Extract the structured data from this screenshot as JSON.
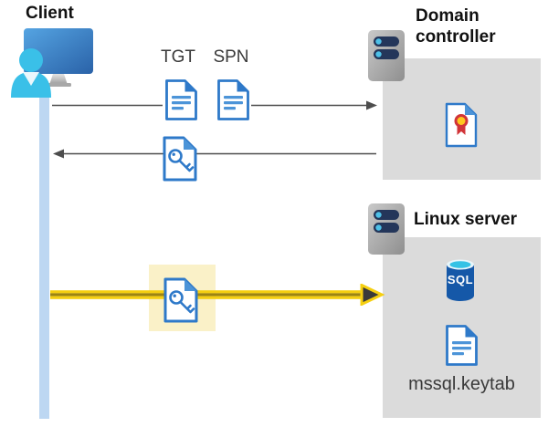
{
  "diagram": {
    "client": {
      "label": "Client"
    },
    "ticket_labels": {
      "tgt": "TGT",
      "spn": "SPN"
    },
    "domain_controller": {
      "label": "Domain controller"
    },
    "linux_server": {
      "label": "Linux server",
      "sql_label": "SQL",
      "keytab_label": "mssql.keytab"
    },
    "icons": {
      "client": "user-at-computer-icon",
      "tgt": "document-icon",
      "spn": "document-icon",
      "ticket_response": "key-document-icon",
      "ticket_highlighted": "key-document-icon",
      "certificate": "certificate-icon",
      "domain_server": "server-icon",
      "linux_server": "server-icon",
      "sql": "sql-database-icon",
      "keytab": "document-icon"
    },
    "colors": {
      "doc_blue": "#2e79c9",
      "doc_line_blue": "#4c94d8",
      "arrow_gray": "#4d4d4d",
      "yellow": "#f5cf11",
      "yellow_dark": "#9c8412",
      "arrowhead_dark": "#3a3a3a",
      "highlight_yellow": "#faf1c8",
      "lifeline_blue": "#bdd7f2",
      "box_gray": "#dbdbdb",
      "server_navy": "#24365a",
      "server_dot_cyan": "#4ec1e8",
      "sql_blue": "#1558a8",
      "sql_top_cyan": "#35c2e5",
      "cert_red": "#d13438",
      "cert_gold": "#ffc81e",
      "monitor_blue_top": "#4ea0e0",
      "monitor_blue_bottom": "#2a62a8",
      "person_cyan": "#3ac0e8"
    }
  }
}
